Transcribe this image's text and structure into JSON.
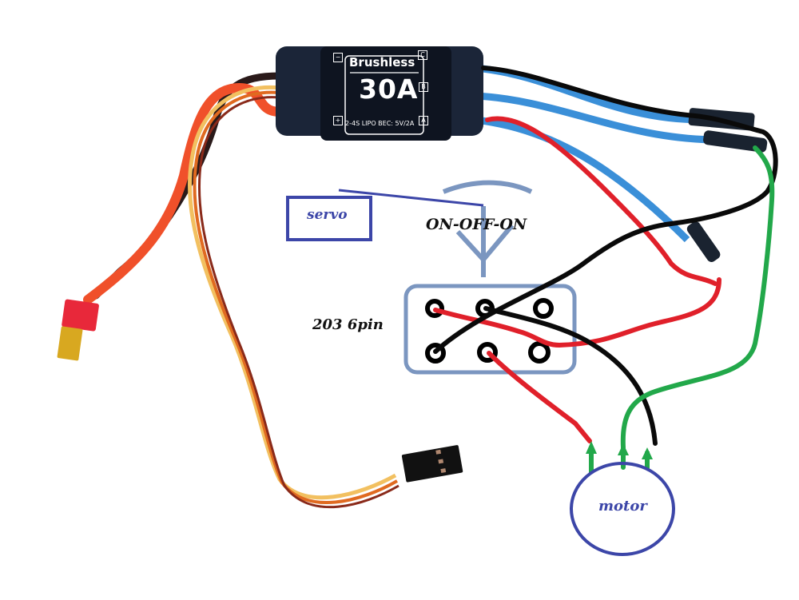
{
  "diagram": {
    "title": "ESC to ON-OFF-ON switch to motor wiring",
    "esc": {
      "brand_label": "Brushless",
      "rating_label": "30A",
      "spec_label": "2-4S LIPO  BEC: 5V/2A",
      "phase_labels": [
        "C",
        "B",
        "A"
      ],
      "polarity_labels": [
        "−",
        "+"
      ]
    },
    "annotations": {
      "servo_label": "servo",
      "switch_label": "ON-OFF-ON",
      "switch_pin_label": "203 6pin",
      "motor_label": "motor"
    },
    "switch": {
      "pins": [
        {
          "row": "top",
          "col": 1
        },
        {
          "row": "top",
          "col": 2
        },
        {
          "row": "top",
          "col": 3
        },
        {
          "row": "bottom",
          "col": 1
        },
        {
          "row": "bottom",
          "col": 2
        },
        {
          "row": "bottom",
          "col": 3
        }
      ]
    },
    "motor": {
      "terminals": 3
    },
    "colors": {
      "annotation_blue": "#3c46a8",
      "switch_outline": "#7b96c0",
      "wire_red": "#e0202a",
      "wire_black": "#0a0a0a",
      "wire_green": "#22a84a",
      "esc_body": "#1b2538",
      "phase_wire_blue": "#3a8fd8",
      "power_wire_red": "#f0502a",
      "signal_wire_yellow": "#f2c060",
      "connector_red": "#e8283a",
      "connector_gold": "#d8a820"
    }
  }
}
